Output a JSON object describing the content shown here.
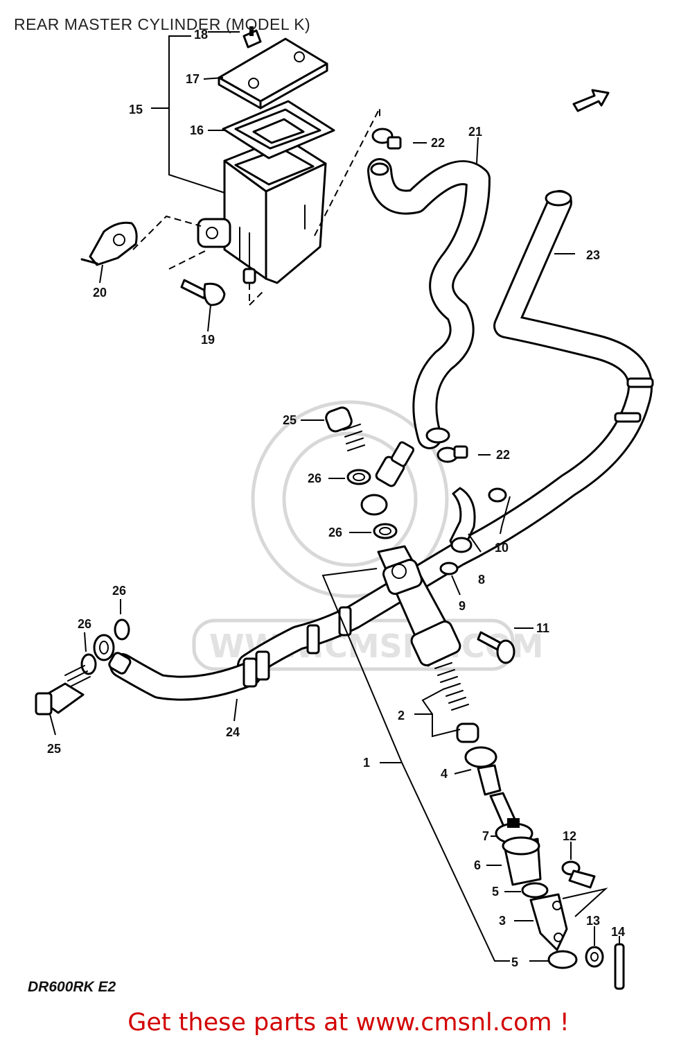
{
  "title": "REAR MASTER CYLINDER (MODEL K)",
  "model_code": "DR600RK E2",
  "watermark": "WWW.CMSNL.COM",
  "footer": "Get these parts at www.cmsnl.com !",
  "colors": {
    "footer": "#d20000",
    "line": "#000000",
    "watermark": "#d8d8d8"
  },
  "callouts": {
    "p1": "1",
    "p2": "2",
    "p3": "3",
    "p4": "4",
    "p5a": "5",
    "p5b": "5",
    "p6": "6",
    "p7": "7",
    "p8": "8",
    "p9": "9",
    "p10": "10",
    "p11": "11",
    "p12": "12",
    "p13": "13",
    "p14": "14",
    "p15": "15",
    "p16": "16",
    "p17": "17",
    "p18": "18",
    "p19": "19",
    "p20": "20",
    "p21": "21",
    "p22a": "22",
    "p22b": "22",
    "p23": "23",
    "p24": "24",
    "p25a": "25",
    "p25b": "25",
    "p26a": "26",
    "p26b": "26",
    "p26c": "26",
    "p26d": "26"
  }
}
